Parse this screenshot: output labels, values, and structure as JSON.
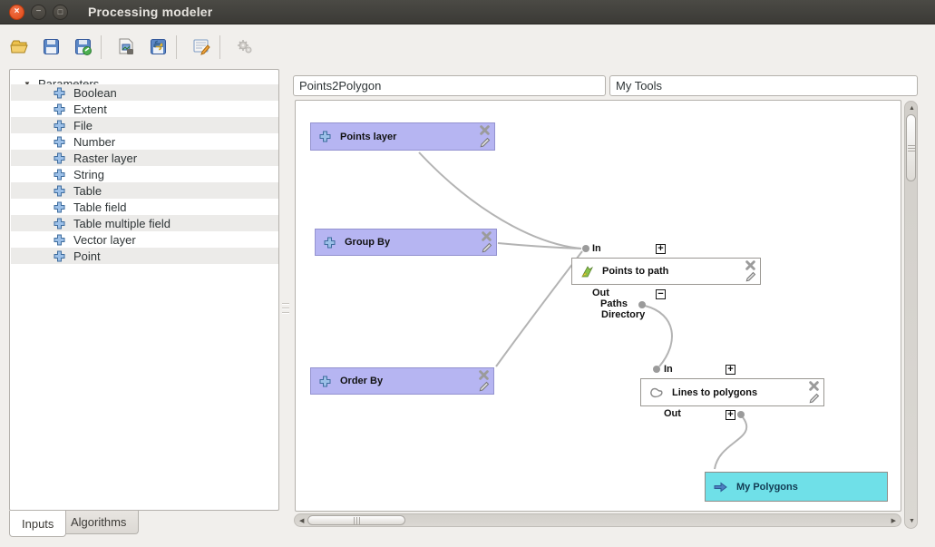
{
  "window": {
    "title": "Processing modeler",
    "controls": {
      "close": "×",
      "minimize": "−",
      "maximize": "□"
    }
  },
  "toolbar": {
    "icons": [
      "open-model",
      "save-model",
      "save-model-as",
      "export-as-image",
      "save-as-python-script",
      "edit-model-help",
      "run-model"
    ]
  },
  "sidebar": {
    "expander": "▼",
    "root_label": "Parameters",
    "items": [
      "Boolean",
      "Extent",
      "File",
      "Number",
      "Raster layer",
      "String",
      "Table",
      "Table field",
      "Table multiple field",
      "Vector layer",
      "Point"
    ]
  },
  "tabs": {
    "inputs": "Inputs",
    "algorithms": "Algorithms"
  },
  "header": {
    "model_name": "Points2Polygon",
    "group": "My Tools"
  },
  "glyphs": {
    "plus": "+",
    "minus": "−"
  },
  "canvas": {
    "param_nodes": [
      {
        "label": "Points layer"
      },
      {
        "label": "Group By"
      },
      {
        "label": "Order By"
      }
    ],
    "algo_nodes": [
      {
        "label": "Points to path",
        "in_label": "In",
        "out_label": "Out",
        "outputs": [
          "Paths",
          "Directory"
        ]
      },
      {
        "label": "Lines to polygons",
        "in_label": "In",
        "out_label": "Out"
      }
    ],
    "output_nodes": [
      {
        "label": "My Polygons"
      }
    ]
  },
  "colors": {
    "param_node_fill": "#b6b5f2",
    "output_node_fill": "#6fe0e8",
    "titlebar": "#3d3c38",
    "close_button": "#dd4814",
    "edge": "#b3b3b3"
  }
}
